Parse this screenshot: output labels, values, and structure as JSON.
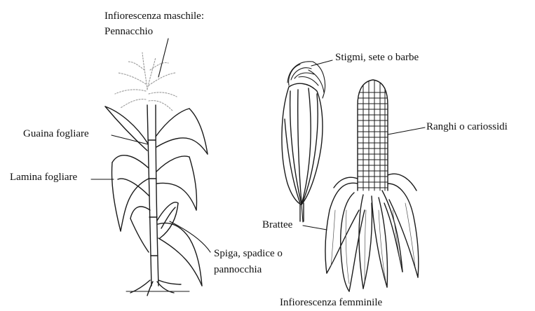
{
  "labels": {
    "tassel_line1": "Infiorescenza maschile:",
    "tassel_line2": "Pennacchio",
    "leaf_sheath": "Guaina fogliare",
    "leaf_blade": "Lamina fogliare",
    "ear_line1": "Spiga, spadice o",
    "ear_line2": "pannocchia",
    "silks": "Stigmi, sete o barbe",
    "husks": "Brattee",
    "kernel_rows": "Ranghi o cariossidi",
    "female_inflorescence": "Infiorescenza femminile"
  },
  "colors": {
    "ink": "#111111",
    "background": "#ffffff"
  }
}
